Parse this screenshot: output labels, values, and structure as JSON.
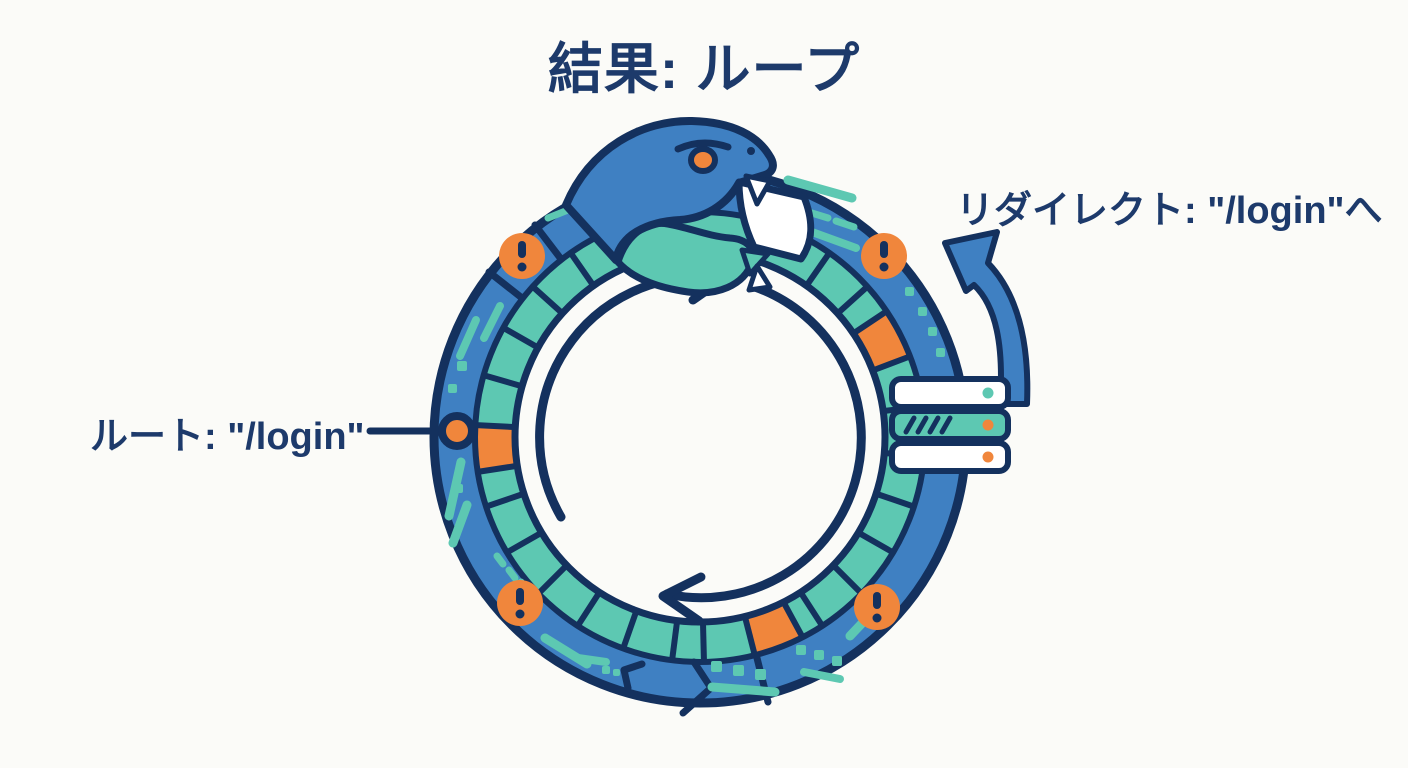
{
  "title": "結果: ループ",
  "labels": {
    "route": "ルート: \"/login\"",
    "redirect": "リダイレクト: \"/login\"へ"
  },
  "diagram": {
    "type": "ouroboros-redirect-loop-illustration",
    "loop_direction": "clockwise",
    "warning_icon_count": 4,
    "icons": [
      "snake-head-icon",
      "ouroboros-ring",
      "server-icon",
      "warning-icon",
      "loop-arrows-icon",
      "redirect-curved-arrow-icon",
      "route-marker-dot"
    ]
  },
  "colors": {
    "background": "#fbfbf8",
    "outline_navy": "#14315e",
    "text_navy": "#1d3a6b",
    "snake_blue": "#3f80c2",
    "teal": "#5dc8b2",
    "orange": "#f0863c",
    "white": "#ffffff"
  }
}
